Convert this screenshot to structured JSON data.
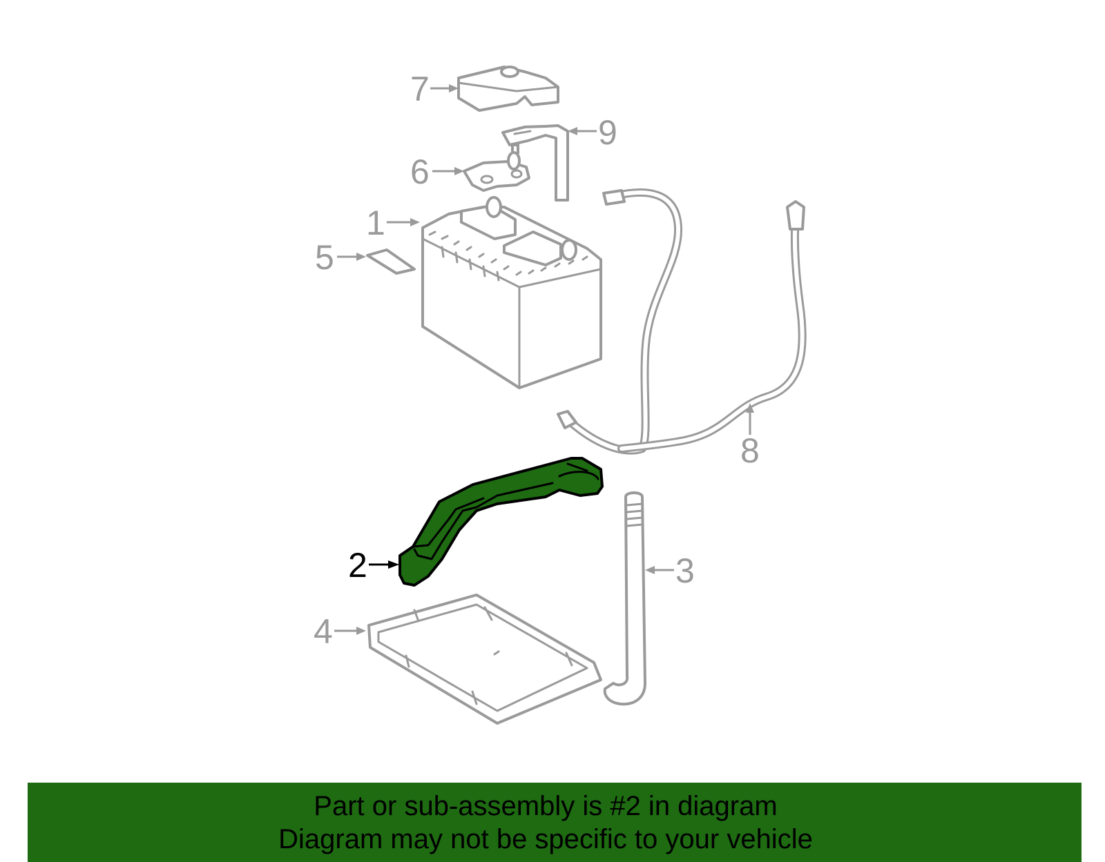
{
  "callouts": {
    "c1": "1",
    "c2": "2",
    "c3": "3",
    "c4": "4",
    "c5": "5",
    "c6": "6",
    "c7": "7",
    "c8": "8",
    "c9": "9"
  },
  "highlighted_part": "2",
  "banner": {
    "line1": "Part or sub-assembly is #2 in diagram",
    "line2": "Diagram may not be specific to your vehicle",
    "background": "#1e6b12"
  },
  "colors": {
    "line_art": "#9a9a9a",
    "highlight_fill": "#1e6b12",
    "highlight_outline": "#000000"
  }
}
